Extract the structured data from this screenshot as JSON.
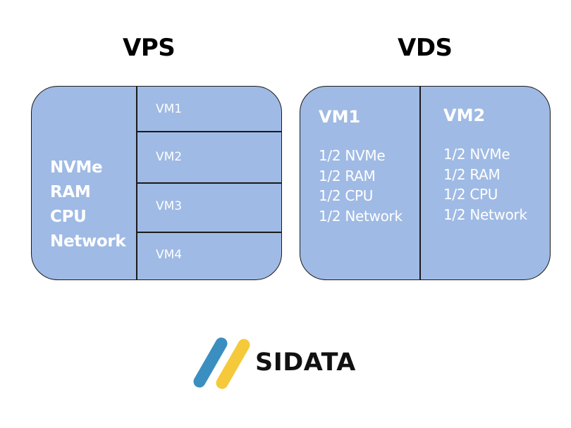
{
  "vps": {
    "title": "VPS",
    "resources": [
      "NVMe",
      "RAM",
      "CPU",
      "Network"
    ],
    "vms": [
      "VM1",
      "VM2",
      "VM3",
      "VM4"
    ]
  },
  "vds": {
    "title": "VDS",
    "columns": [
      {
        "title": "VM1",
        "resources": [
          "1/2 NVMe",
          "1/2 RAM",
          "1/2 CPU",
          "1/2 Network"
        ]
      },
      {
        "title": "VM2",
        "resources": [
          "1/2 NVMe",
          "1/2 RAM",
          "1/2 CPU",
          "1/2 Network"
        ]
      }
    ]
  },
  "logo": {
    "text": "SIDATA",
    "mark_colors": [
      "#3b8fc0",
      "#f5c93a"
    ]
  },
  "colors": {
    "box_fill": "#9fbae4",
    "box_stroke": "#1a1a1a",
    "box_text": "#ffffff",
    "title_text": "#000000"
  }
}
